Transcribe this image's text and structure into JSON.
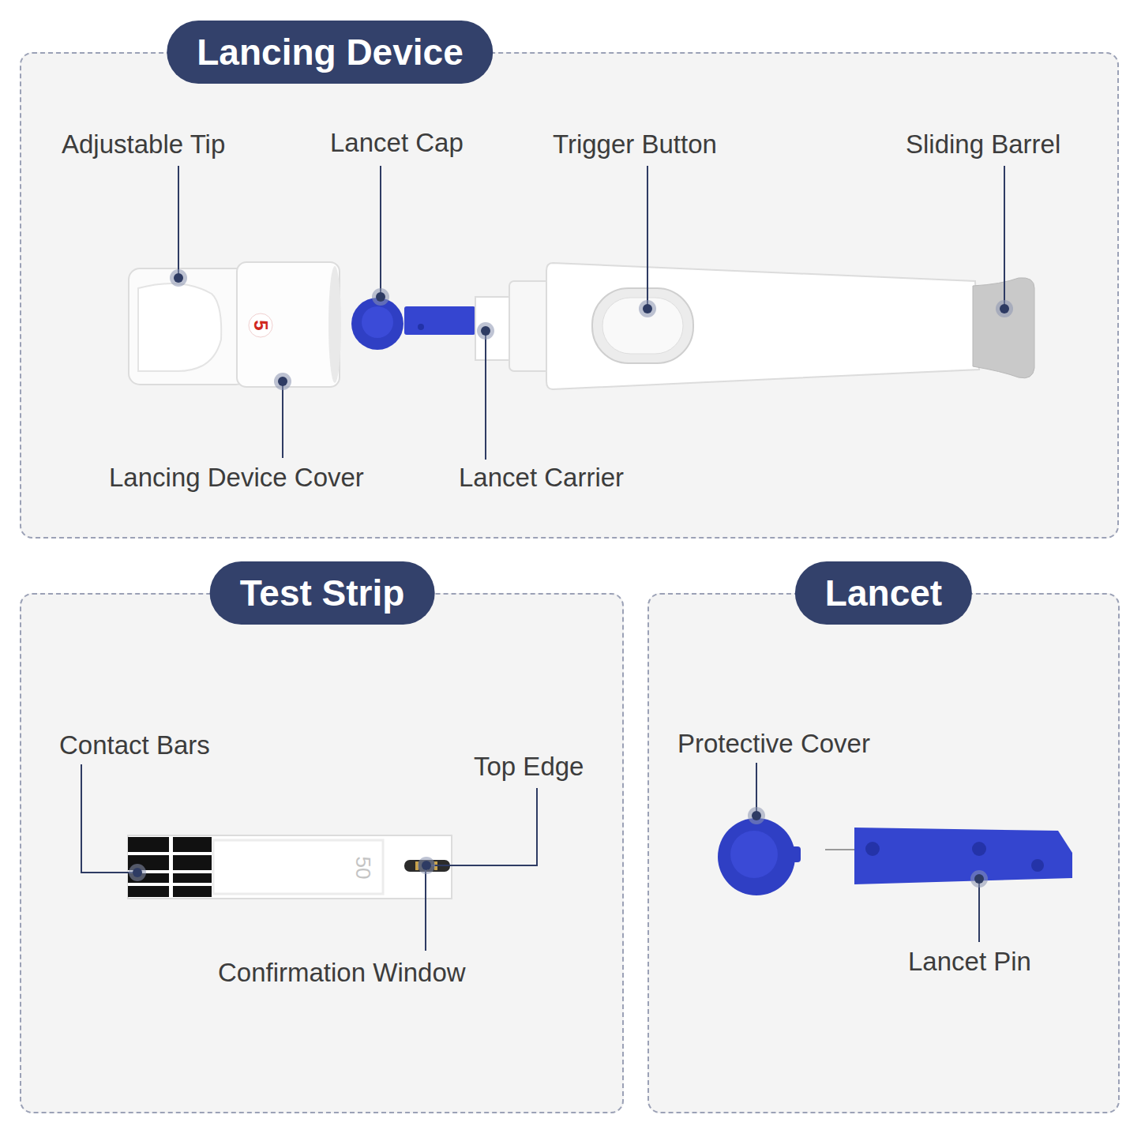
{
  "diagram": {
    "nodes": [
      {
        "text": [
          "Lancing Device"
        ]
      },
      {
        "text": [
          "Test Strip"
        ]
      },
      {
        "text": [
          "Lancet"
        ]
      }
    ],
    "labels": [
      "Adjustable Tip",
      "Lancet Cap",
      "Trigger Button",
      "Sliding Barrel",
      "5",
      "Lancing Device Cover",
      "Lancet Carrier",
      "Contact Bars",
      "Top Edge",
      "50",
      "Confirmation Window",
      "Protective Cover",
      "Lancet Pin"
    ]
  }
}
